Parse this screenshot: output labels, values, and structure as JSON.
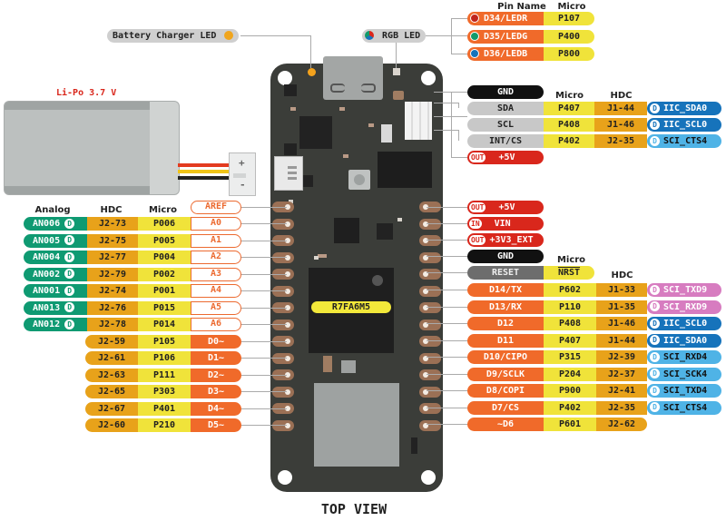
{
  "title": "TOP VIEW",
  "chip_label": "R7FA6M5",
  "battery": {
    "label": "Li-Po 3.7 V",
    "plus": "+",
    "minus": "-"
  },
  "callouts": {
    "charger_led": "Battery Charger LED",
    "rgb_led": "RGB LED"
  },
  "rgb_table": {
    "headers": {
      "pin": "Pin Name",
      "micro": "Micro"
    },
    "rows": [
      {
        "pin": "D34/LEDR",
        "micro": "P107",
        "dot": "#c0241b"
      },
      {
        "pin": "D35/LEDG",
        "micro": "P400",
        "dot": "#129a6a"
      },
      {
        "pin": "D36/LEDB",
        "micro": "P800",
        "dot": "#1673bb"
      }
    ]
  },
  "i2c_table": {
    "gnd": "GND",
    "headers": {
      "micro": "Micro",
      "hdc": "HDC"
    },
    "rows": [
      {
        "pin": "SDA",
        "micro": "P407",
        "hdc": "J1-44",
        "func": "IIC_SDA0"
      },
      {
        "pin": "SCL",
        "micro": "P408",
        "hdc": "J1-46",
        "func": "IIC_SCL0"
      },
      {
        "pin": "INT/CS",
        "micro": "P402",
        "hdc": "J2-35",
        "func": "SCI_CTS4"
      }
    ],
    "out_tag": "OUT",
    "out_label": "+5V"
  },
  "left_table": {
    "headers": {
      "analog": "Analog",
      "hdc": "HDC",
      "micro": "Micro"
    },
    "aref": "AREF",
    "d_badge": "D",
    "analog_rows": [
      {
        "analog": "AN006",
        "hdc": "J2-73",
        "micro": "P006",
        "pin": "A0"
      },
      {
        "analog": "AN005",
        "hdc": "J2-75",
        "micro": "P005",
        "pin": "A1"
      },
      {
        "analog": "AN004",
        "hdc": "J2-77",
        "micro": "P004",
        "pin": "A2"
      },
      {
        "analog": "AN002",
        "hdc": "J2-79",
        "micro": "P002",
        "pin": "A3"
      },
      {
        "analog": "AN001",
        "hdc": "J2-74",
        "micro": "P001",
        "pin": "A4"
      },
      {
        "analog": "AN013",
        "hdc": "J2-76",
        "micro": "P015",
        "pin": "A5"
      },
      {
        "analog": "AN012",
        "hdc": "J2-78",
        "micro": "P014",
        "pin": "A6"
      }
    ],
    "digital_rows": [
      {
        "hdc": "J2-59",
        "micro": "P105",
        "pin": "D0~"
      },
      {
        "hdc": "J2-61",
        "micro": "P106",
        "pin": "D1~"
      },
      {
        "hdc": "J2-63",
        "micro": "P111",
        "pin": "D2~"
      },
      {
        "hdc": "J2-65",
        "micro": "P303",
        "pin": "D3~"
      },
      {
        "hdc": "J2-67",
        "micro": "P401",
        "pin": "D4~"
      },
      {
        "hdc": "J2-60",
        "micro": "P210",
        "pin": "D5~"
      }
    ]
  },
  "right_table": {
    "power_rows": [
      {
        "tag": "OUT",
        "label": "+5V"
      },
      {
        "tag": "IN",
        "label": "VIN"
      },
      {
        "tag": "OUT",
        "label": "+3V3_EXT"
      }
    ],
    "gnd": "GND",
    "reset": {
      "label": "RESET",
      "micro": "NRST"
    },
    "headers": {
      "micro": "Micro",
      "hdc": "HDC"
    },
    "d_badge": "D",
    "rows": [
      {
        "pin": "D14/TX",
        "micro": "P602",
        "hdc": "J1-33",
        "func": "SCI_TXD9",
        "style": "pk"
      },
      {
        "pin": "D13/RX",
        "micro": "P110",
        "hdc": "J1-35",
        "func": "SCI_RXD9",
        "style": "pk"
      },
      {
        "pin": "D12",
        "micro": "P408",
        "hdc": "J1-46",
        "func": "IIC_SCL0",
        "style": "bl"
      },
      {
        "pin": "D11",
        "micro": "P407",
        "hdc": "J1-44",
        "func": "IIC_SDA0",
        "style": "bl"
      },
      {
        "pin": "D10/CIPO",
        "micro": "P315",
        "hdc": "J2-39",
        "func": "SCI_RXD4",
        "style": "lb"
      },
      {
        "pin": "D9/SCLK",
        "micro": "P204",
        "hdc": "J2-37",
        "func": "SCI_SCK4",
        "style": "lb"
      },
      {
        "pin": "D8/COPI",
        "micro": "P900",
        "hdc": "J2-41",
        "func": "SCI_TXD4",
        "style": "lb"
      },
      {
        "pin": "D7/CS",
        "micro": "P402",
        "hdc": "J2-35",
        "func": "SCI_CTS4",
        "style": "lb"
      },
      {
        "pin": "~D6",
        "micro": "P601",
        "hdc": "J2-62",
        "func": null,
        "style": null
      }
    ]
  },
  "colors": {
    "board": "#3b3d39",
    "pad": "#9b7055",
    "pin_orange": "#f06a2a",
    "micro_yellow": "#f0e33a",
    "hdc_orange": "#e8a21a",
    "analog_green": "#0f9a72"
  }
}
